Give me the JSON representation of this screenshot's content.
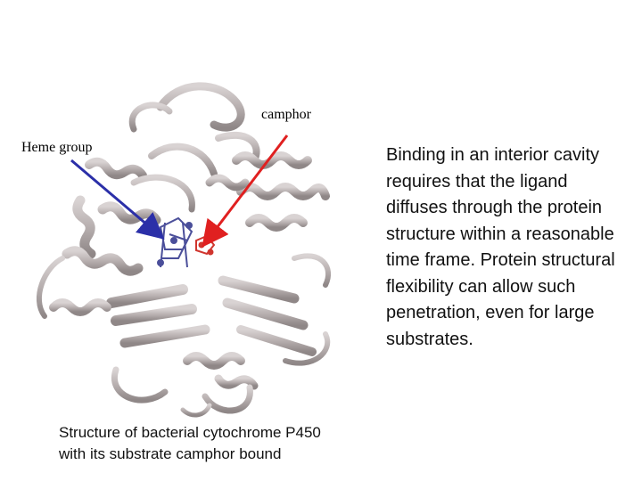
{
  "labels": {
    "camphor": "camphor",
    "heme": "Heme group"
  },
  "description_text": "Binding in an interior cavity requires that the ligand diffuses through the protein structure within a reasonable time frame. Protein structural flexibility can allow such penetration, even for large substrates.",
  "caption": "Structure of bacterial cytochrome P450 with its substrate camphor bound",
  "colors": {
    "protein_ribbon": "#b9b1b1",
    "protein_shadow": "#8d8585",
    "heme": "#4b4f9a",
    "camphor": "#d0352e",
    "heme_arrow": "#2b2fa8",
    "camphor_arrow": "#e02020"
  }
}
